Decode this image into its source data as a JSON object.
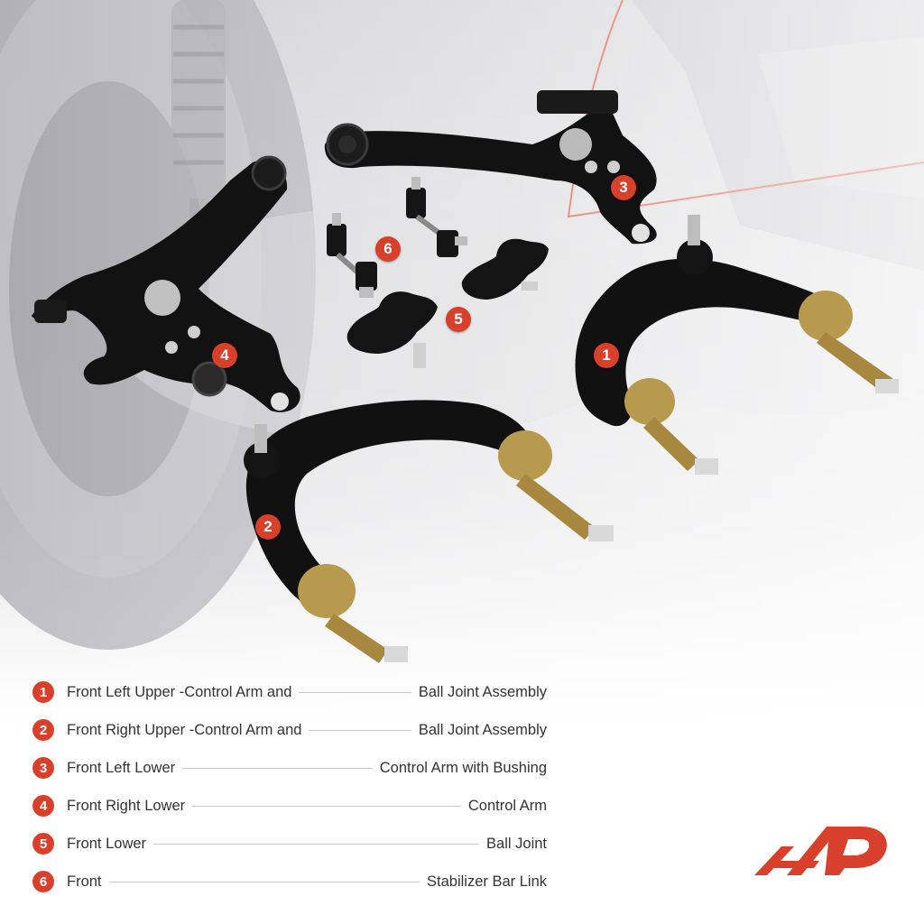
{
  "callouts": [
    "1",
    "2",
    "3",
    "4",
    "5",
    "6"
  ],
  "legend": [
    {
      "num": "1",
      "left": "Front Left Upper -Control Arm and",
      "right": "Ball Joint Assembly"
    },
    {
      "num": "2",
      "left": "Front Right Upper -Control Arm and",
      "right": "Ball Joint Assembly"
    },
    {
      "num": "3",
      "left": "Front Left Lower",
      "right": "Control Arm with Bushing"
    },
    {
      "num": "4",
      "left": "Front Right Lower",
      "right": "Control Arm"
    },
    {
      "num": "5",
      "left": "Front Lower",
      "right": "Ball Joint"
    },
    {
      "num": "6",
      "left": "Front",
      "right": "Stabilizer Bar Link"
    }
  ],
  "colors": {
    "accent": "#d9402b",
    "text": "#333333",
    "line": "#c8c8c8",
    "part": "#111111",
    "brass": "#b89a4e"
  },
  "logo": "a-premium-logo"
}
